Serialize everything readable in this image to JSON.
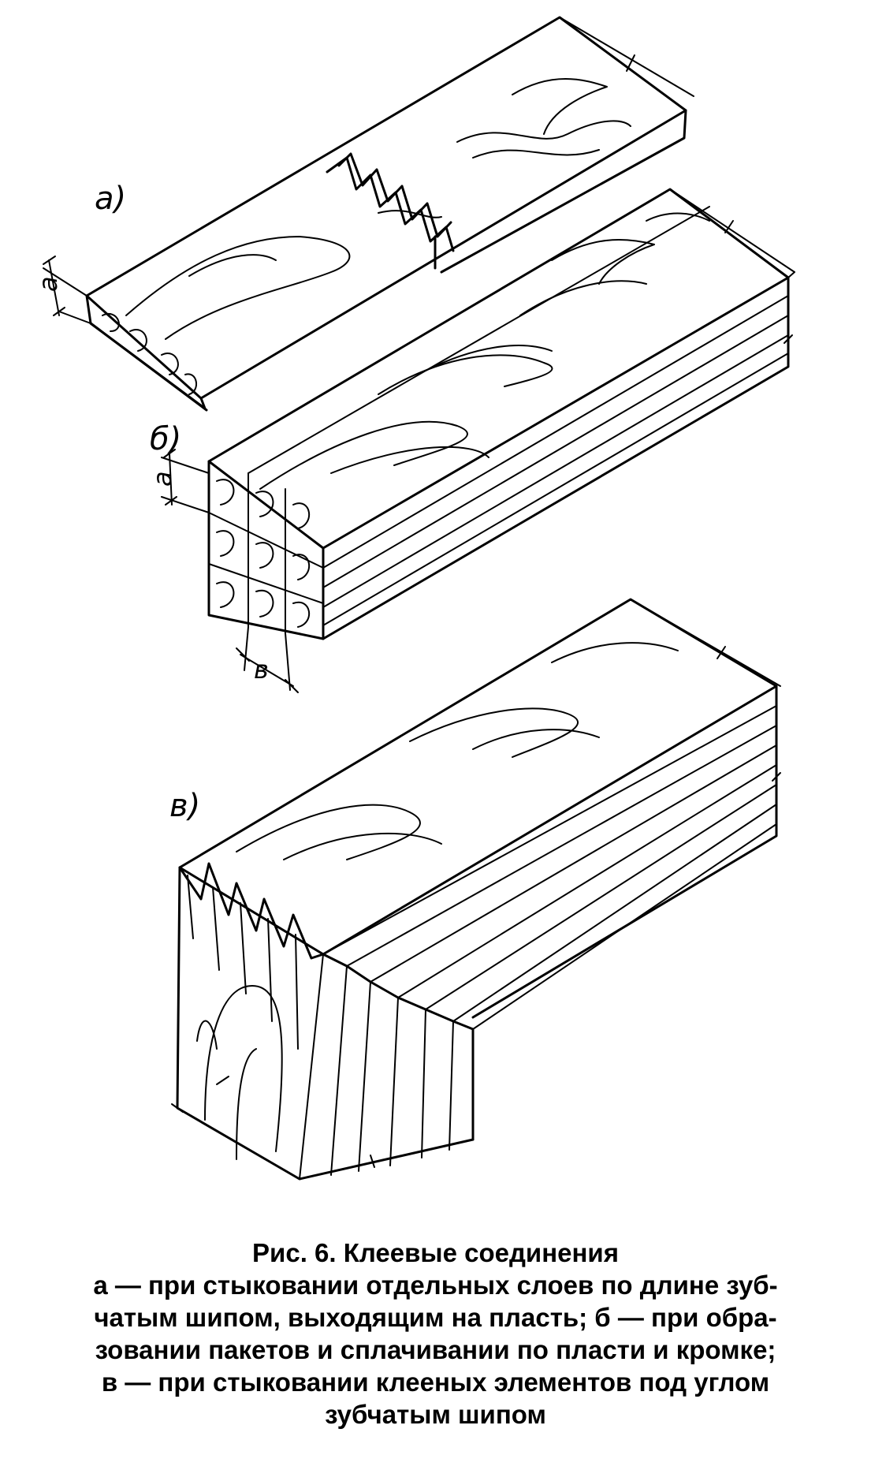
{
  "figure": {
    "panel_labels": [
      "а)",
      "б)",
      "в)"
    ],
    "dimension_labels": [
      "а",
      "а",
      "в"
    ]
  },
  "caption": {
    "title": "Рис. 6. Клеевые соединения",
    "lines": [
      "а — при стыковании отдельных слоев по длине зуб-",
      "чатым шипом, выходящим на пласть; б — при обра-",
      "зовании пакетов и сплачивании по пласти и кромке;",
      "в — при стыковании клееных элементов под углом",
      "зубчатым шипом"
    ]
  }
}
